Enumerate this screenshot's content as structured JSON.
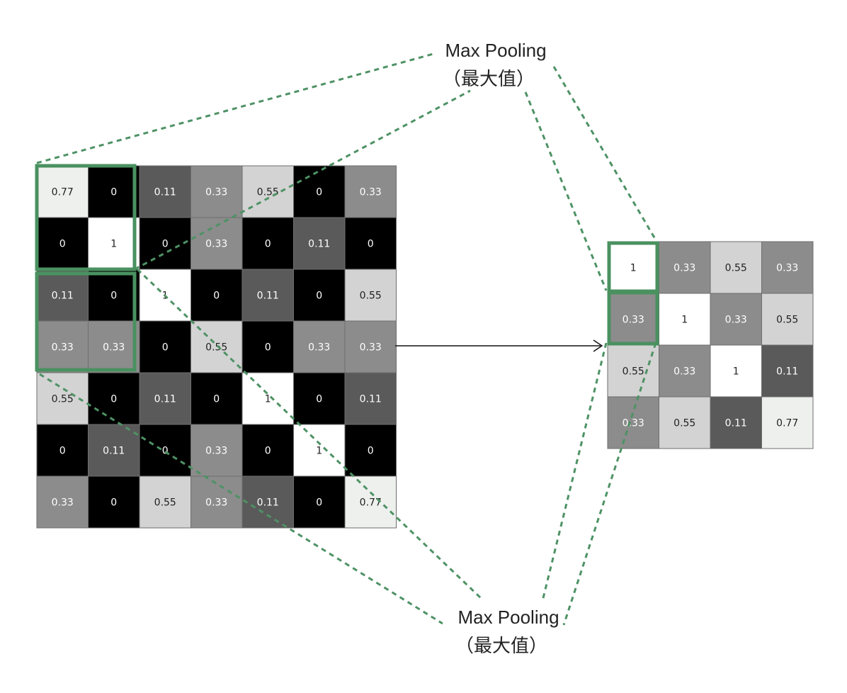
{
  "labels": {
    "top_line1": "Max Pooling",
    "top_line2": "（最大值）",
    "bottom_line1": "Max Pooling",
    "bottom_line2": "（最大值）"
  },
  "input_grid": [
    [
      "0.77",
      "0",
      "0.11",
      "0.33",
      "0.55",
      "0",
      "0.33"
    ],
    [
      "0",
      "1",
      "0",
      "0.33",
      "0",
      "0.11",
      "0"
    ],
    [
      "0.11",
      "0",
      "1",
      "0",
      "0.11",
      "0",
      "0.55"
    ],
    [
      "0.33",
      "0.33",
      "0",
      "0.55",
      "0",
      "0.33",
      "0.33"
    ],
    [
      "0.55",
      "0",
      "0.11",
      "0",
      "1",
      "0",
      "0.11"
    ],
    [
      "0",
      "0.11",
      "0",
      "0.33",
      "0",
      "1",
      "0"
    ],
    [
      "0.33",
      "0",
      "0.55",
      "0.33",
      "0.11",
      "0",
      "0.77"
    ]
  ],
  "output_grid": [
    [
      "1",
      "0.33",
      "0.55",
      "0.33"
    ],
    [
      "0.33",
      "1",
      "0.33",
      "0.55"
    ],
    [
      "0.55",
      "0.33",
      "1",
      "0.11"
    ],
    [
      "0.33",
      "0.55",
      "0.11",
      "0.77"
    ]
  ],
  "colors": {
    "highlight": "#4a9160",
    "dash": "#4e9265",
    "border": "#6e6e6e",
    "arrow": "#111111"
  }
}
